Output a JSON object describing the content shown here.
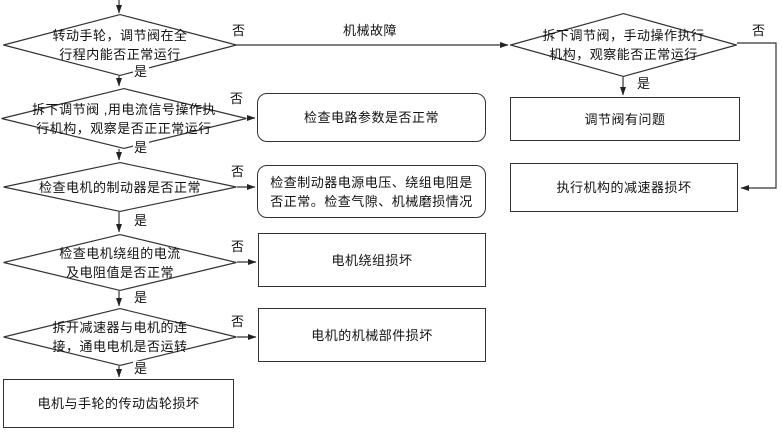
{
  "diagram_type": "troubleshooting-flowchart",
  "colors": {
    "line": "#333333",
    "text": "#111111",
    "background": "#ffffff"
  },
  "edge_labels": {
    "yes": "是",
    "no": "否",
    "mechanical_fault": "机械故障"
  },
  "nodes": {
    "turn_handwheel": {
      "type": "decision",
      "text": "转动手轮，调节阀在全\n行程内能否正常运行"
    },
    "current_signal": {
      "type": "decision",
      "text": "拆下调节阀 ,用电流信号操作执\n行机构，观察是否正正常运行"
    },
    "check_brake": {
      "type": "decision",
      "text": "检查电机的制动器是否正常"
    },
    "check_winding": {
      "type": "decision",
      "text": "检查电机绕组的电流\n及电阻值是否正常"
    },
    "split_reducer": {
      "type": "decision",
      "text": "拆开减速器与电机的连\n接，通电电机是否运转"
    },
    "manual_actuator": {
      "type": "decision",
      "text": "拆下调节阀，手动操作执行\n机构，观察能否正常运行"
    },
    "check_circuit": {
      "type": "process-rounded",
      "text": "检查电路参数是否正常"
    },
    "check_brake_power": {
      "type": "process-rounded",
      "text": "检查制动器电源电压、绕组电阻是\n否正常。检查气隙、机械磨损情况"
    },
    "winding_damaged": {
      "type": "process",
      "text": "电机绕组损坏"
    },
    "motor_mech_damaged": {
      "type": "process",
      "text": "电机的机械部件损坏"
    },
    "gear_damaged": {
      "type": "process",
      "text": "电机与手轮的传动齿轮损坏"
    },
    "valve_problem": {
      "type": "process",
      "text": "调节阀有问题"
    },
    "actuator_reducer_damaged": {
      "type": "process",
      "text": "执行机构的减速器损坏"
    }
  }
}
